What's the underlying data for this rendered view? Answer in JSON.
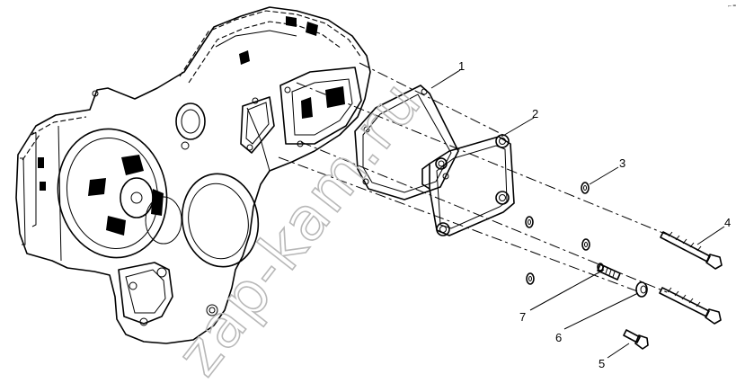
{
  "watermark": "zap-kam.ru",
  "corner_mark": "⌐ ═",
  "callouts": [
    {
      "id": "1",
      "text": "1"
    },
    {
      "id": "2",
      "text": "2"
    },
    {
      "id": "3",
      "text": "3"
    },
    {
      "id": "4",
      "text": "4"
    },
    {
      "id": "5",
      "text": "5"
    },
    {
      "id": "6",
      "text": "6"
    },
    {
      "id": "7",
      "text": "7"
    }
  ]
}
